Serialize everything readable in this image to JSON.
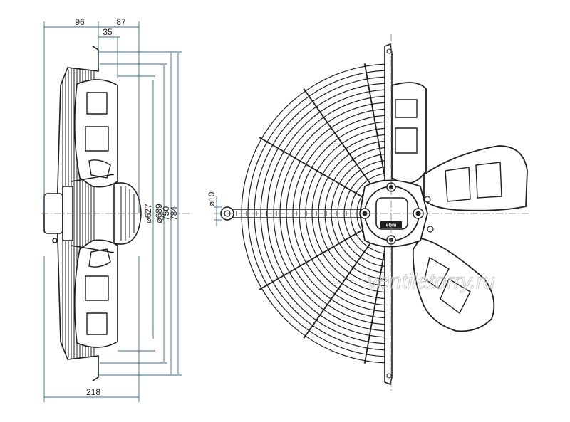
{
  "colors": {
    "line": "#1e1e1e",
    "dimension": "#3a6e8f",
    "center": "#7a7a7a",
    "watermark": "#c9c9c9"
  },
  "dimensions": {
    "top_left": "96",
    "top_right": "87",
    "top_inner": "35",
    "bottom_width": "218",
    "dia_627": "⌀627",
    "dia_689": "⌀689",
    "d750": "750",
    "d784": "784",
    "hole": "⌀10"
  },
  "label_plate": "ebm",
  "watermark": "ventilatorry.ru"
}
